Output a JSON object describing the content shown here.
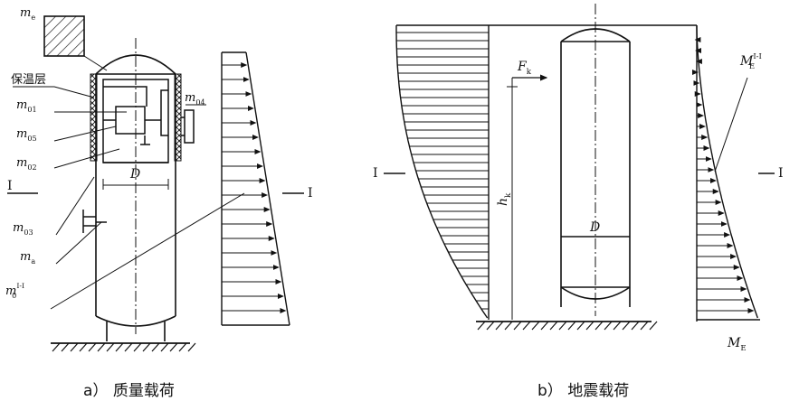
{
  "figure_a": {
    "caption": "a） 质量载荷",
    "insulation_label": "保温层",
    "section_left": "I",
    "section_right": "I",
    "diameter": "D",
    "labels": [
      {
        "main": "m",
        "sub": "e",
        "sup": ""
      },
      {
        "main": "m",
        "sub": "01",
        "sup": ""
      },
      {
        "main": "m",
        "sub": "05",
        "sup": ""
      },
      {
        "main": "m",
        "sub": "02",
        "sup": ""
      },
      {
        "main": "m",
        "sub": "03",
        "sup": ""
      },
      {
        "main": "m",
        "sub": "a",
        "sup": ""
      },
      {
        "main": "m",
        "sub": "0",
        "sup": "I-I"
      },
      {
        "main": "m",
        "sub": "04",
        "sup": ""
      }
    ]
  },
  "figure_b": {
    "caption": "b） 地震载荷",
    "section_left": "I",
    "section_right": "I",
    "diameter": "D",
    "force": {
      "main": "F",
      "sub": "k"
    },
    "height": {
      "main": "h",
      "sub": "k"
    },
    "moment_top": {
      "main": "M",
      "sub": "E",
      "sup": "I-I"
    },
    "moment_bottom": {
      "main": "M",
      "sub": "E"
    }
  }
}
